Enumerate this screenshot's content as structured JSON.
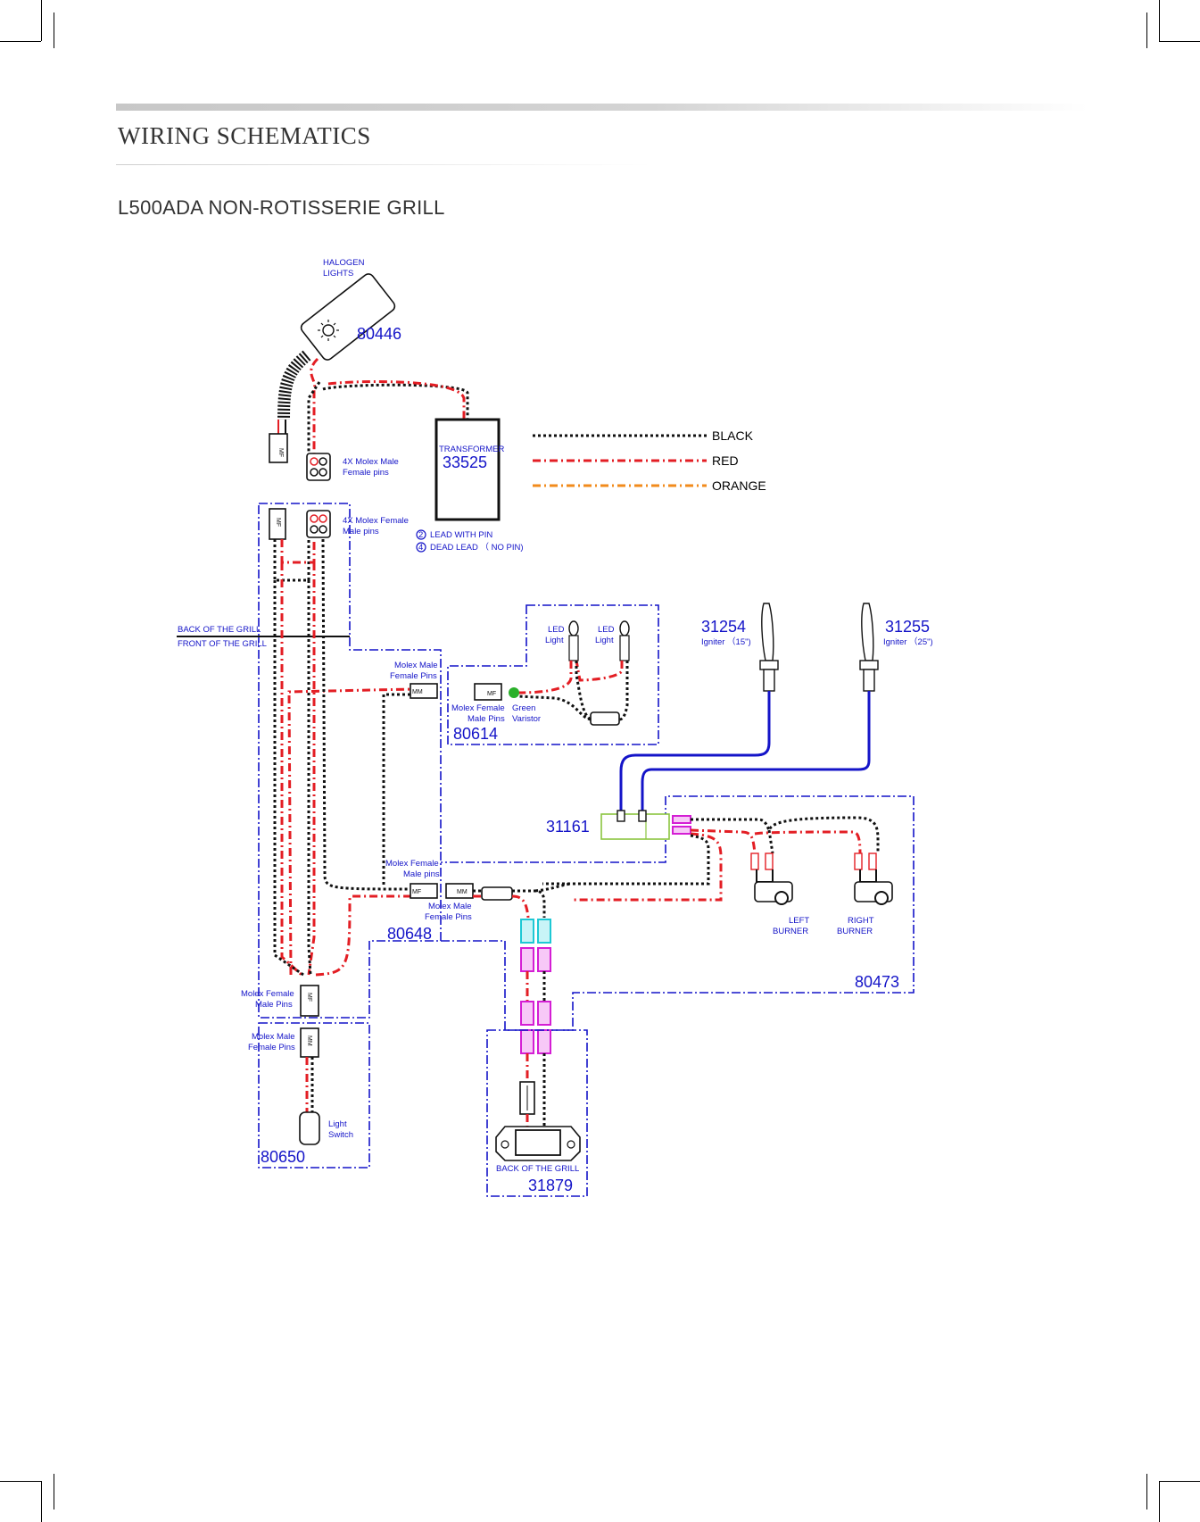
{
  "header": {
    "title": "WIRING SCHEMATICS",
    "subtitle": "L500ADA NON-ROTISSERIE GRILL"
  },
  "legend": [
    {
      "label": "BLACK",
      "color": "#111111"
    },
    {
      "label": "RED",
      "color": "#e31e24"
    },
    {
      "label": "ORANGE",
      "color": "#f28b1c"
    }
  ],
  "parts": {
    "halogen_label_1": "HALOGEN",
    "halogen_label_2": "LIGHTS",
    "halogen_num": "80446",
    "transformer_label": "TRANSFORMER",
    "transformer_num": "33525",
    "molex4_male_1": "4X Molex Male",
    "molex4_male_2": "Female pins",
    "molex4_female_1": "4X Molex Female",
    "molex4_female_2": "Male pins",
    "lead_with_pin": "LEAD WITH PIN",
    "dead_lead": "DEAD LEAD （ NO PIN)",
    "lead_num_2": "2",
    "lead_num_4": "4",
    "back_of_grill": "BACK OF THE GRILL",
    "front_of_grill": "FRONT OF THE GRILL",
    "led_light_1a": "LED",
    "led_light_1b": "Light",
    "led_light_2a": "LED",
    "led_light_2b": "Light",
    "molex_male_fp_1": "Molex Male",
    "molex_male_fp_2": "Female Pins",
    "molex_female_mp_1": "Molex Female",
    "molex_female_mp_2": "Male Pins",
    "green_varistor_1": "Green",
    "green_varistor_2": "Varistor",
    "led_harness_num": "80614",
    "igniter1_num": "31254",
    "igniter1_label": "Igniter （15\")",
    "igniter2_num": "31255",
    "igniter2_label": "Igniter （25\")",
    "module_num": "31161",
    "molex_female_mp2_1": "Molex Female",
    "molex_female_mp2_2": "Male pins",
    "molex_male_fp2_1": "Molex Male",
    "molex_male_fp2_2": "Female Pins",
    "main_harness_num": "80648",
    "left_burner_1": "LEFT",
    "left_burner_2": "BURNER",
    "right_burner_1": "RIGHT",
    "right_burner_2": "BURNER",
    "burner_harness_num": "80473",
    "molex_female_mp3_1": "Molex Female",
    "molex_female_mp3_2": "Male Pins",
    "molex_male_fp3_1": "Molex Male",
    "molex_male_fp3_2": "Female Pins",
    "light_switch_1": "Light",
    "light_switch_2": "Switch",
    "switch_harness_num": "80650",
    "back_of_grill_2": "BACK OF THE GRILL",
    "ignition_num": "31879",
    "conn_mf": "MF",
    "conn_mm": "MM"
  }
}
